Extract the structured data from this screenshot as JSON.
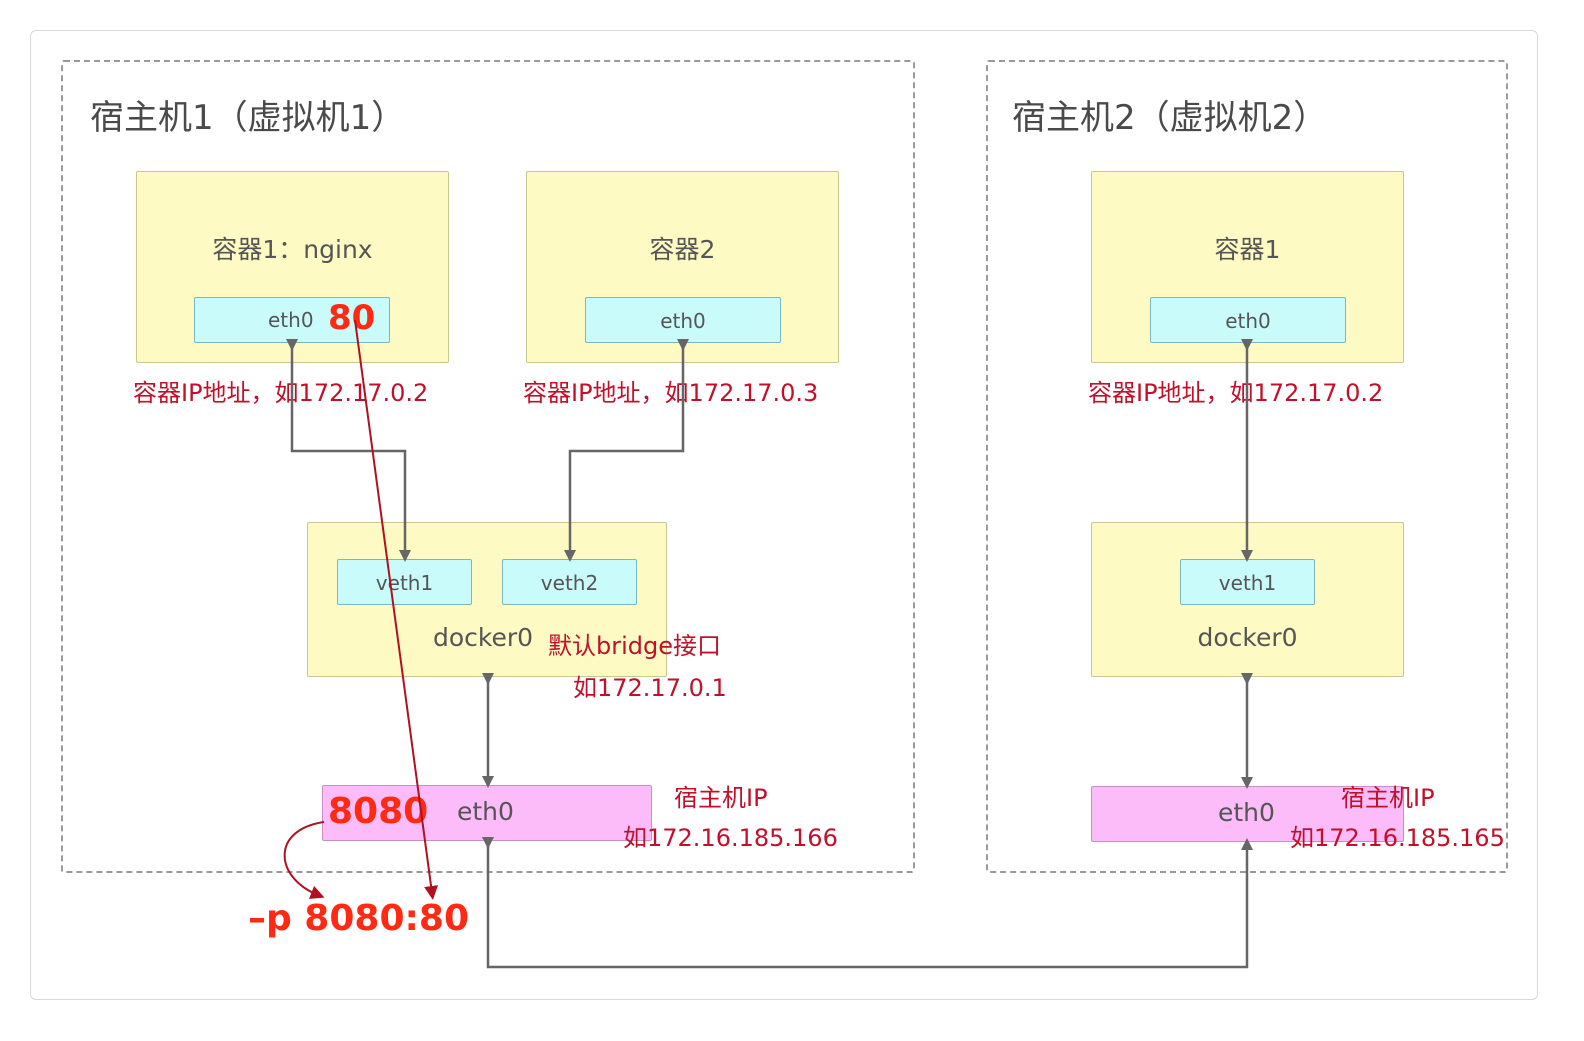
{
  "host1": {
    "title": "宿主机1（虚拟机1）",
    "container1": {
      "title": "容器1：nginx",
      "iface": "eth0",
      "port": "80",
      "ip": "容器IP地址，如172.17.0.2"
    },
    "container2": {
      "title": "容器2",
      "iface": "eth0",
      "ip": "容器IP地址，如172.17.0.3"
    },
    "bridge": {
      "veth1": "veth1",
      "veth2": "veth2",
      "name": "docker0",
      "note": "默认bridge接口",
      "ip": "如172.17.0.1"
    },
    "eth0": {
      "port": "8080",
      "label": "eth0",
      "host_ip_label": "宿主机IP",
      "host_ip": "如172.16.185.166"
    },
    "mapping": "–p 8080:80"
  },
  "host2": {
    "title": "宿主机2（虚拟机2）",
    "container1": {
      "title": "容器1",
      "iface": "eth0",
      "ip": "容器IP地址，如172.17.0.2"
    },
    "bridge": {
      "veth1": "veth1",
      "name": "docker0"
    },
    "eth0": {
      "label": "eth0",
      "host_ip_label": "宿主机IP",
      "host_ip": "如172.16.185.165"
    }
  },
  "colors": {
    "container_bg": "#fdfbc3",
    "iface_bg": "#c9fbfb",
    "host_eth_bg": "#fbbcf9",
    "annotation_red": "#c0102a",
    "highlight_red": "#ff2a14",
    "connector_gray": "#666666"
  }
}
